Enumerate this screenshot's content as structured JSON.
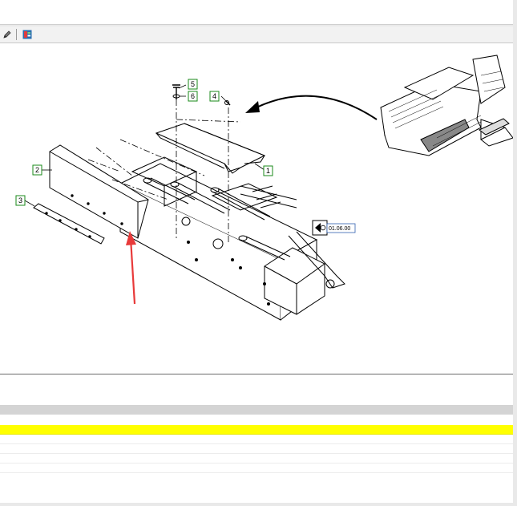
{
  "toolbar": {
    "icons": [
      "pencil-icon",
      "parts-catalog-icon"
    ]
  },
  "diagram": {
    "callouts": [
      "1",
      "2",
      "3",
      "4",
      "5",
      "6"
    ],
    "reference": "01.06.00"
  },
  "grid": {
    "selected_row_color": "#ffff00",
    "header_color": "#d4d4d4"
  },
  "arrow_color": "#e83a3a"
}
